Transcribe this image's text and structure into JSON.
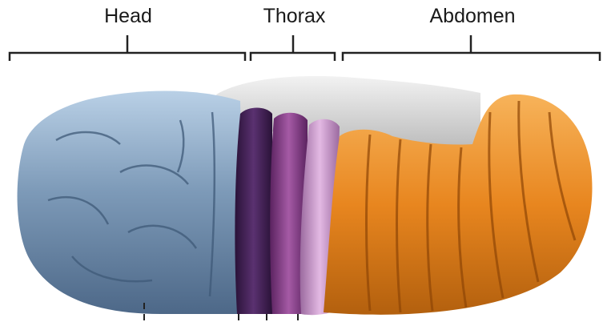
{
  "labels": {
    "head": "Head",
    "thorax": "Thorax",
    "abdomen": "Abdomen"
  },
  "colors": {
    "head": "#6f8fae",
    "thorax_dark": "#3d1f4f",
    "thorax_mid": "#7a3b7e",
    "thorax_light": "#c48cc4",
    "abdomen": "#e8861f",
    "dorsal": "#d9d9d9",
    "bracket": "#222222"
  }
}
